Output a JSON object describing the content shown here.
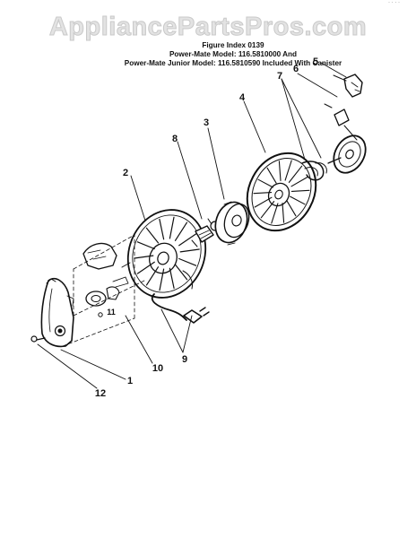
{
  "watermark": "AppliancePartsPros.com",
  "header": {
    "line1": "Figure  Index  0139",
    "line2": "Power-Mate Model: 116.5810000 And",
    "line3": "Power-Mate Junior Model: 116.5810590 Included With Canister"
  },
  "callouts": [
    {
      "id": "c1",
      "label": "1"
    },
    {
      "id": "c2",
      "label": "2"
    },
    {
      "id": "c3",
      "label": "3"
    },
    {
      "id": "c4",
      "label": "4"
    },
    {
      "id": "c5",
      "label": "5"
    },
    {
      "id": "c6",
      "label": "6"
    },
    {
      "id": "c7",
      "label": "7"
    },
    {
      "id": "c8",
      "label": "8"
    },
    {
      "id": "c9",
      "label": "9"
    },
    {
      "id": "c10",
      "label": "10"
    },
    {
      "id": "c11",
      "label": "11"
    },
    {
      "id": "c12",
      "label": "12"
    }
  ],
  "colors": {
    "ink": "#111111",
    "watermark": "#e3e3e3",
    "background": "#ffffff"
  }
}
